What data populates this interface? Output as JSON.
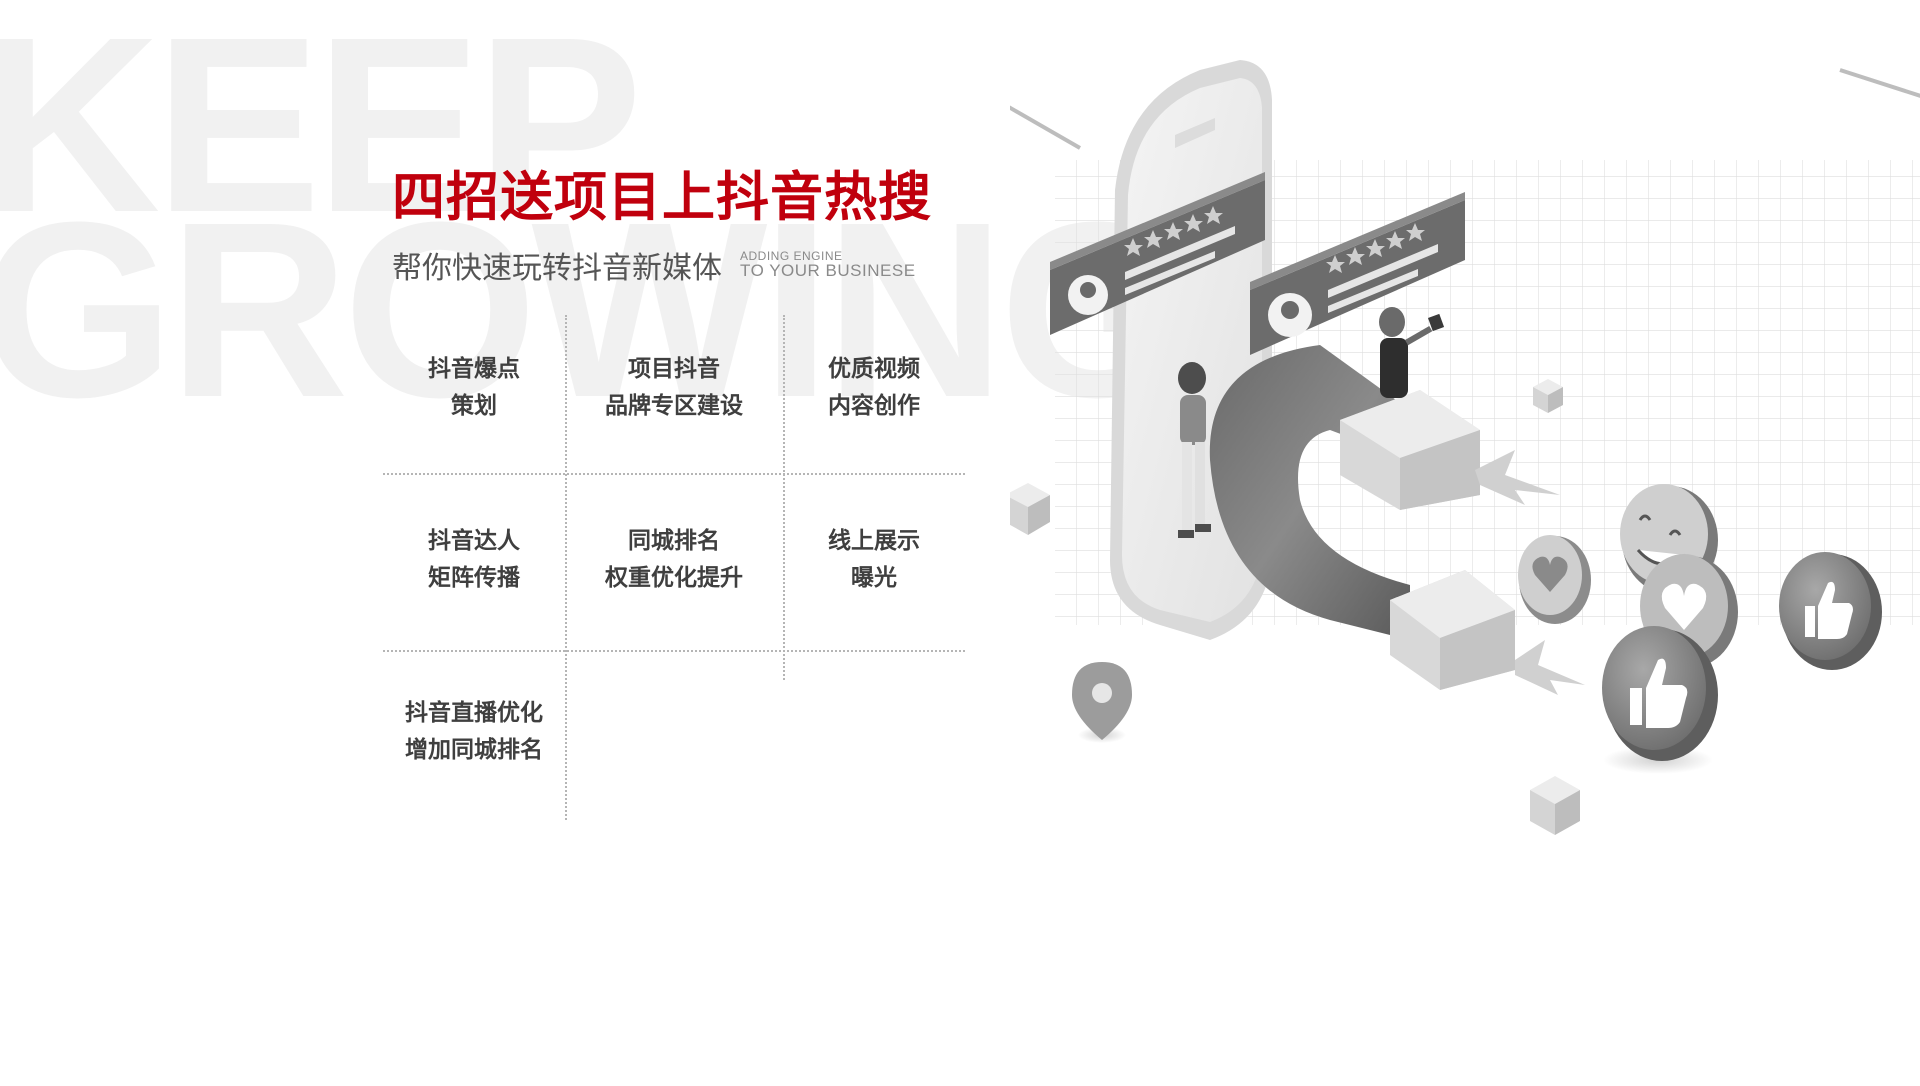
{
  "watermark": {
    "line1": "KEEP",
    "line2": "GROWING"
  },
  "headline": "四招送项目上抖音热搜",
  "subheadline": "帮你快速玩转抖音新媒体",
  "tagline": {
    "line1": "ADDING ENGINE",
    "line2": "TO YOUR BUSINESE"
  },
  "strategies": [
    {
      "line1": "抖音爆点",
      "line2": "策划"
    },
    {
      "line1": "项目抖音",
      "line2": "品牌专区建设"
    },
    {
      "line1": "优质视频",
      "line2": "内容创作"
    },
    {
      "line1": "抖音达人",
      "line2": "矩阵传播"
    },
    {
      "line1": "同城排名",
      "line2": "权重优化提升"
    },
    {
      "line1": "线上展示",
      "line2": "曝光"
    },
    {
      "line1": "抖音直播优化",
      "line2": "增加同城排名"
    }
  ],
  "colors": {
    "accent": "#c0000d",
    "text": "#3f3f3f",
    "subtext": "#555555",
    "watermark": "#f1f1f1"
  },
  "illustration": {
    "icons": [
      "phone-icon",
      "magnet-icon",
      "review-card-icon",
      "star-icon",
      "heart-icon",
      "thumbs-up-icon",
      "smiley-icon",
      "location-pin-icon",
      "cube-icon",
      "lightning-icon"
    ]
  }
}
